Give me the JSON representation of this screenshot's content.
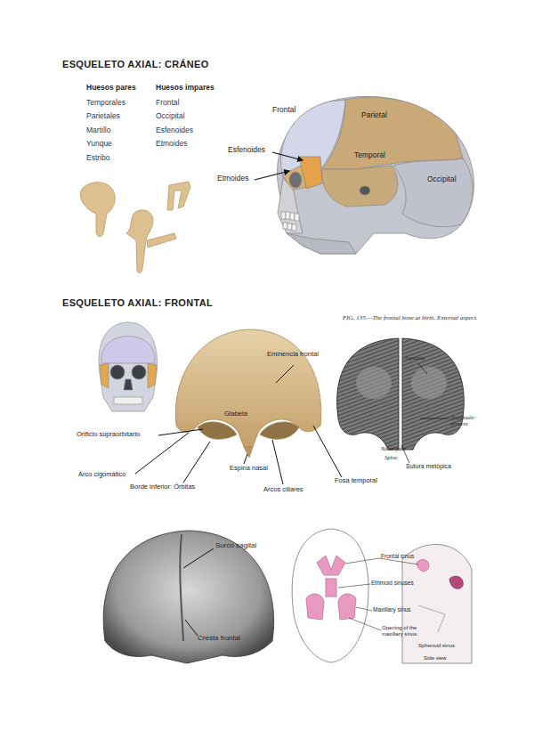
{
  "diagram": {
    "title": "ESQUELETO AXIAL: CRÁNEO",
    "labels": [
      "Huesos pares",
      "Huesos impares",
      "Temporales",
      "Frontal",
      "Parietales",
      "Occipital",
      "Martillo",
      "Esfenoides",
      "Yunque",
      "Etmoides",
      "Estribo",
      "Frontal",
      "Parietal",
      "Esfenoides",
      "Temporal",
      "Etmoides",
      "Occipital",
      "ESQUELETO AXIAL: FRONTAL",
      "Eminencia frontal",
      "FIG. 135.—The frontal bone at birth. External aspect.",
      "Squama",
      "Glabela",
      "Zygomatic process",
      "Orificio supraorbitario",
      "Nasal part",
      "Spine",
      "Sutura metópica",
      "Espina nasal",
      "Arco cigomático",
      "Borde inferior: Órbitas",
      "Arcos ciliares",
      "Fosa temporal",
      "Surco sagital",
      "Frontal sinus",
      "Ethmoid sinuses",
      "Maxillary sinus",
      "Opening of the maxillary sinus",
      "Cresta frontal",
      "Sphenoid sinus",
      "Side view"
    ]
  }
}
